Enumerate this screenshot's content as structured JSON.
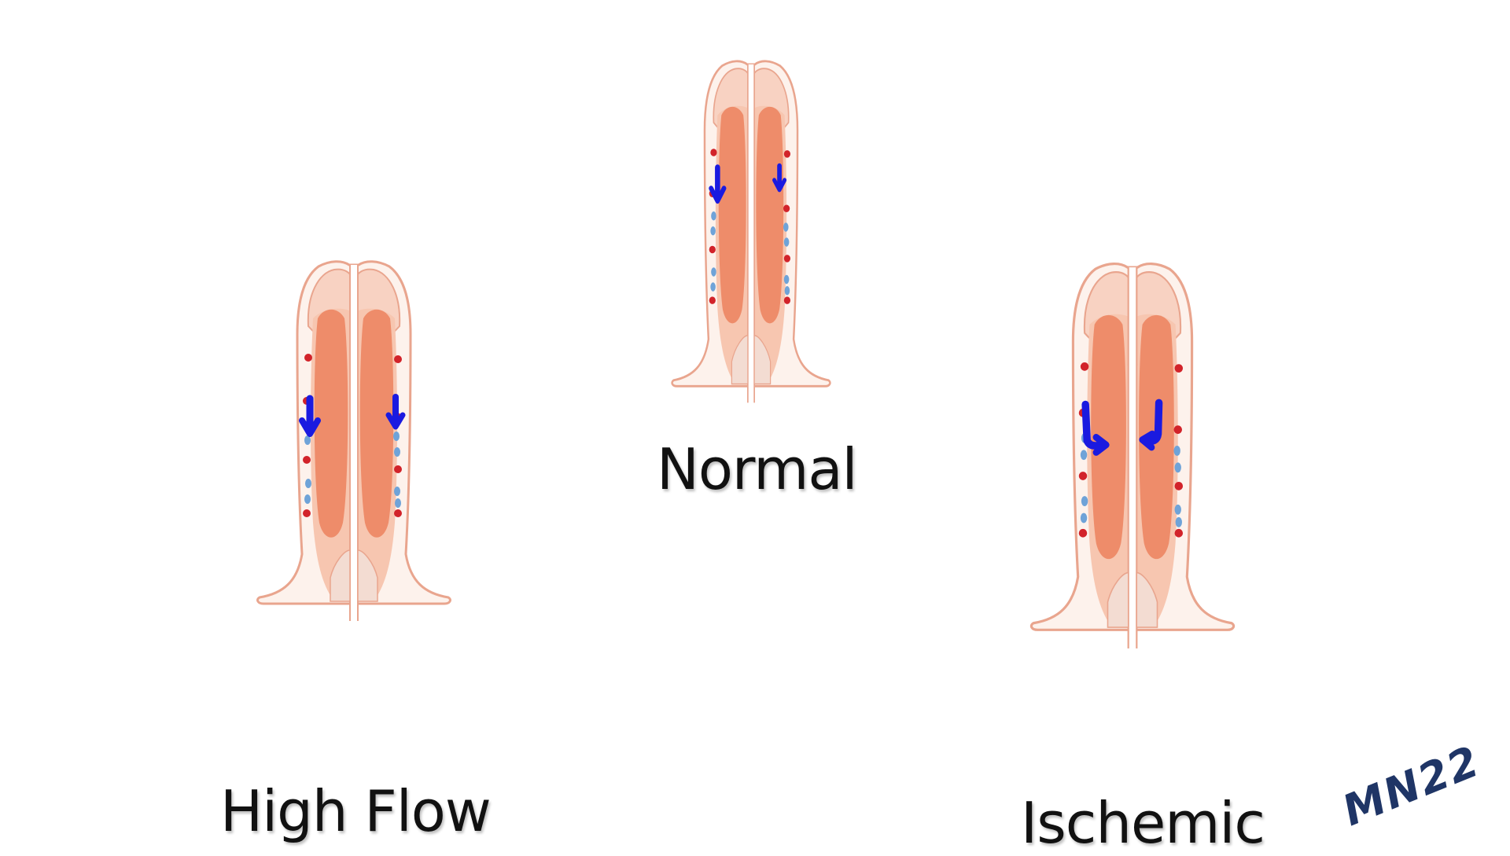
{
  "labels": {
    "normal": "Normal",
    "high_flow": "High Flow",
    "ischemic": "Ischemic"
  },
  "signature": "MN22",
  "colors": {
    "skin_outline": "#e9a58e",
    "skin_fill": "#fbe3d8",
    "sheath": "#f6c3ad",
    "corpus": "#ee8c6a",
    "artery_dot": "#d2232a",
    "vein_dot": "#6fa3d8",
    "flow_arrow": "#1a1ae0",
    "signature": "#1f3566"
  },
  "icons": [
    "down-arrow-icon",
    "hook-arrow-icon"
  ]
}
